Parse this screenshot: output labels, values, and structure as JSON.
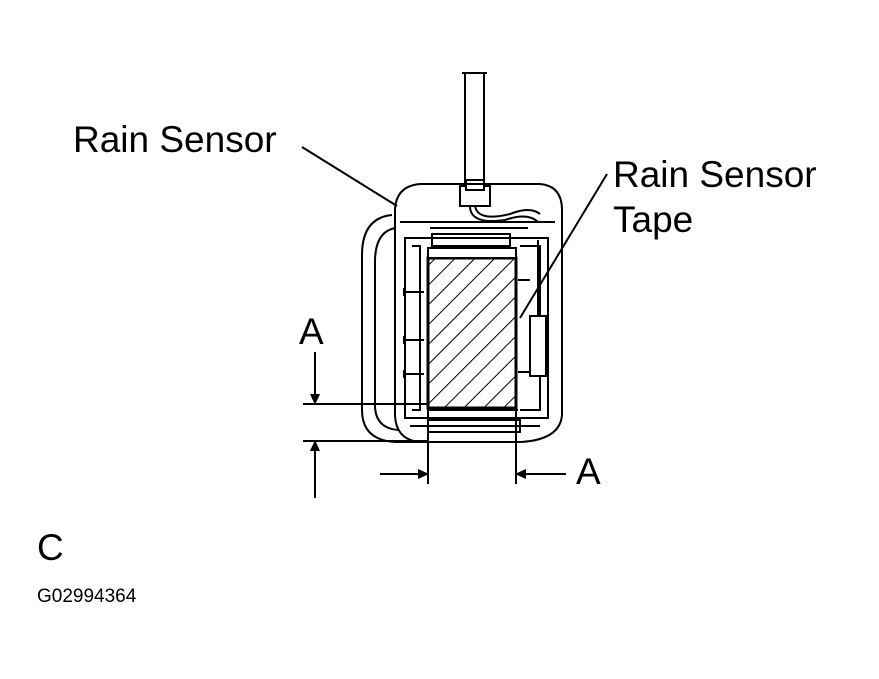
{
  "labels": {
    "rain_sensor": "Rain Sensor",
    "rain_sensor_tape_line1": "Rain Sensor",
    "rain_sensor_tape_line2": "Tape",
    "dimension_vertical": "A",
    "dimension_horizontal": "A",
    "view_letter": "C",
    "figure_code": "G02994364"
  },
  "colors": {
    "ink": "#000000",
    "paper": "#ffffff"
  }
}
